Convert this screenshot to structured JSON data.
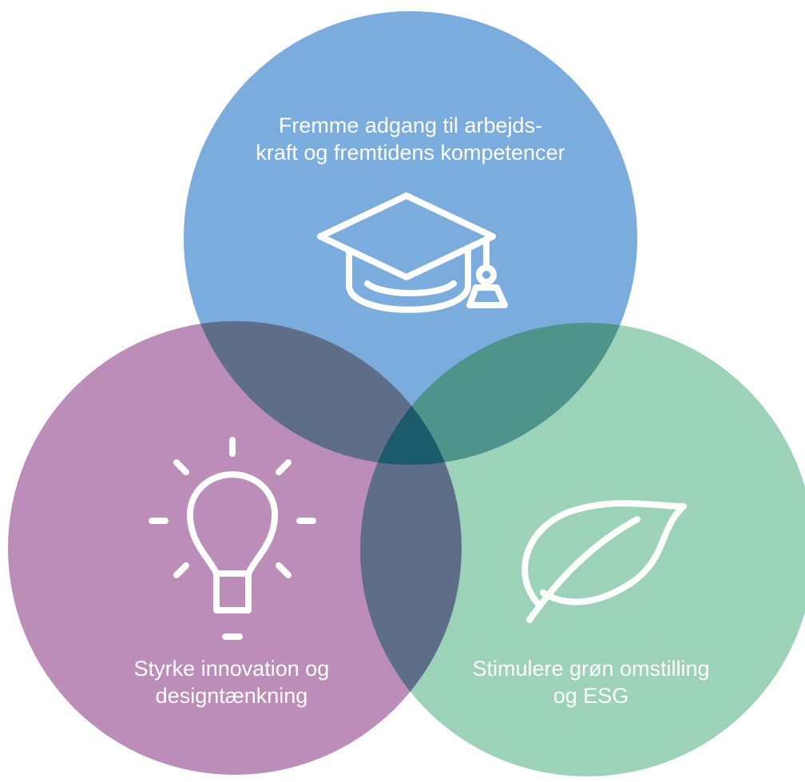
{
  "diagram": {
    "type": "venn",
    "circles": [
      {
        "id": "top",
        "lines": [
          "Fremme adgang til arbejds-",
          "kraft og fremtidens kompetencer"
        ],
        "icon": "graduation-cap-icon",
        "color": "#7aacde"
      },
      {
        "id": "left",
        "lines": [
          "Styrke innovation og",
          "designtænkning"
        ],
        "icon": "lightbulb-icon",
        "color": "#bb8db8"
      },
      {
        "id": "right",
        "lines": [
          "Stimulere grøn omstilling",
          "og ESG"
        ],
        "icon": "leaf-icon",
        "color": "#9cd3b8"
      }
    ],
    "overlap_colors": {
      "top_left": "#5f6e88",
      "top_right": "#4f948a",
      "left_right": "#5f6e88",
      "center": "#1c5b6b"
    }
  }
}
